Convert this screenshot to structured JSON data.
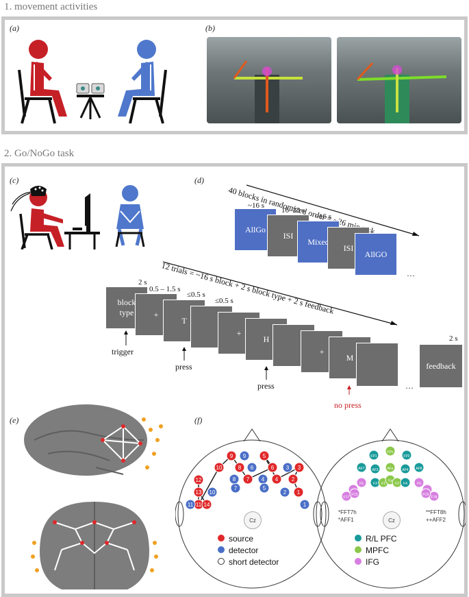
{
  "section1": {
    "title": "1. movement activities"
  },
  "section2": {
    "title": "2. Go/NoGo task"
  },
  "panels": {
    "a": "(a)",
    "b": "(b)",
    "c": "(c)",
    "d": "(d)",
    "e": "(e)",
    "f": "(f)"
  },
  "colors": {
    "red": "#c62027",
    "blue": "#4f78cc",
    "grey_box": "#6d6d6d",
    "blue_box": "#4f6fc4",
    "frame": "#c9c9c9",
    "source": "#e0282a",
    "detector": "#4a6fc7",
    "rl_pfc": "#1a9a9a",
    "mpfc": "#8cc84b",
    "ifg": "#d77fe0"
  },
  "block_timeline": {
    "header": "40 blocks in randomized order = ~26 min task",
    "times": [
      "~16 s",
      "16–22 s",
      "~16 s"
    ],
    "blocks": [
      "AllGo",
      "ISI",
      "Mixed",
      "ISI",
      "AllGO"
    ],
    "ellipsis": "…"
  },
  "trial_timeline": {
    "header": "12 trials = ~16 s block + 2 s block type + 2 s feedback",
    "times": [
      "2 s",
      "0.5 – 1.5 s",
      "≤0.5 s",
      "≤0.5 s"
    ],
    "boxes": [
      "block\ntype",
      "+",
      "T",
      "",
      "+",
      "H",
      "",
      "+",
      "M",
      ""
    ],
    "feedback": "feedback",
    "feedback_time": "2 s",
    "trigger": "trigger",
    "press1": "press",
    "press2": "press",
    "no_press": "no press",
    "ellipsis": "…"
  },
  "montage": {
    "cz": "Cz",
    "legend_left": [
      "source",
      "detector",
      "short detector"
    ],
    "legend_right": [
      "R/L PFC",
      "MPFC",
      "IFG"
    ],
    "notes_left": [
      "*FFT7h",
      "*AFF1"
    ],
    "notes_right": [
      "**FFT8h",
      "++AFF2"
    ],
    "sources": [
      "1",
      "2",
      "3",
      "4",
      "5",
      "6",
      "7",
      "8",
      "9",
      "10",
      "11",
      "12",
      "13",
      "14"
    ],
    "detectors": [
      "1",
      "2",
      "3",
      "4",
      "5",
      "6",
      "7",
      "8",
      "9",
      "10",
      "11"
    ],
    "channels_right": [
      "FP1",
      "FPz",
      "FP2",
      "AF7",
      "AF3",
      "AFz",
      "AF4",
      "AF8",
      "F7",
      "F5",
      "F3",
      "F1",
      "Fz",
      "F2",
      "F4",
      "F6",
      "F8",
      "FT7",
      "FC5",
      "FT8",
      "FC6"
    ]
  }
}
